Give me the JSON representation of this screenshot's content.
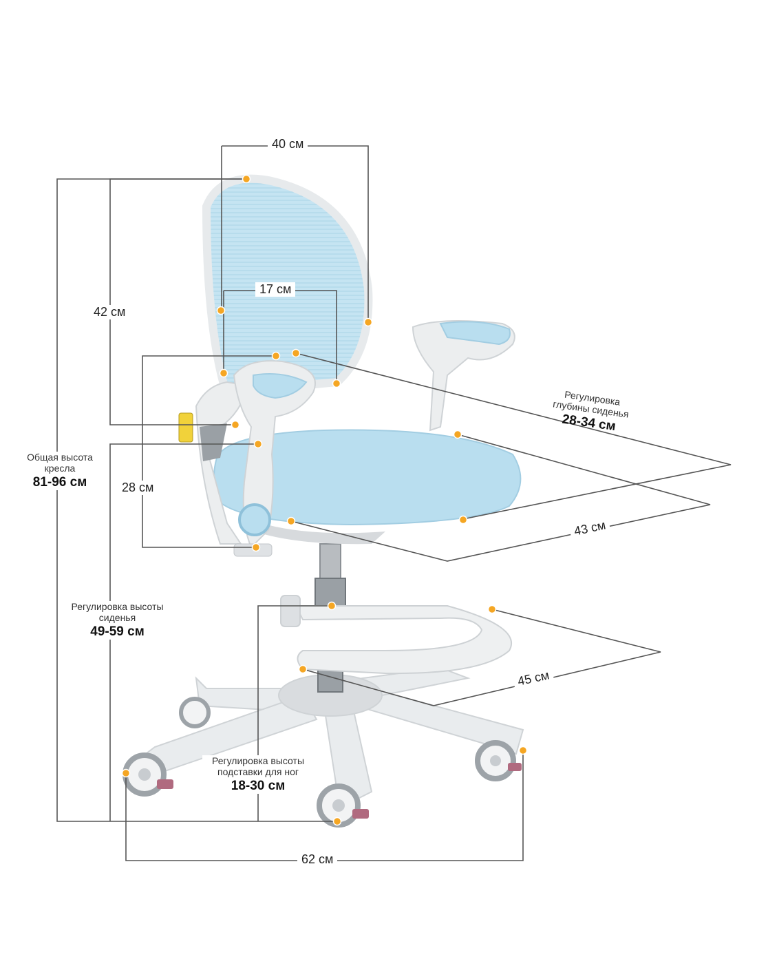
{
  "colors": {
    "accent_dot": "#f5a623",
    "dimension_line": "#555555",
    "mesh_blue": "#bfe0ef",
    "seat_blue": "#b9deef",
    "frame_white": "#eceeef",
    "shadow_gray": "#c9ccce"
  },
  "dimensions": {
    "back_width": "40 см",
    "back_height": "42 см",
    "lumbar_width": "17 см",
    "seat_depth_value": "43 см",
    "armrest_height": "28 см",
    "footrest_depth": "45 см",
    "base_width": "62 см"
  },
  "annotations": {
    "total_height": {
      "caption_1": "Общая высота",
      "caption_2": "кресла",
      "value": "81-96 см"
    },
    "seat_height": {
      "caption_1": "Регулировка высоты",
      "caption_2": "сиденья",
      "value": "49-59 см"
    },
    "seat_depth_adjust": {
      "caption_1": "Регулировка",
      "caption_2": "глубины сиденья",
      "value": "28-34 см"
    },
    "footrest_height": {
      "caption_1": "Регулировка высоты",
      "caption_2": "подставки для ног",
      "value": "18-30 см"
    }
  }
}
